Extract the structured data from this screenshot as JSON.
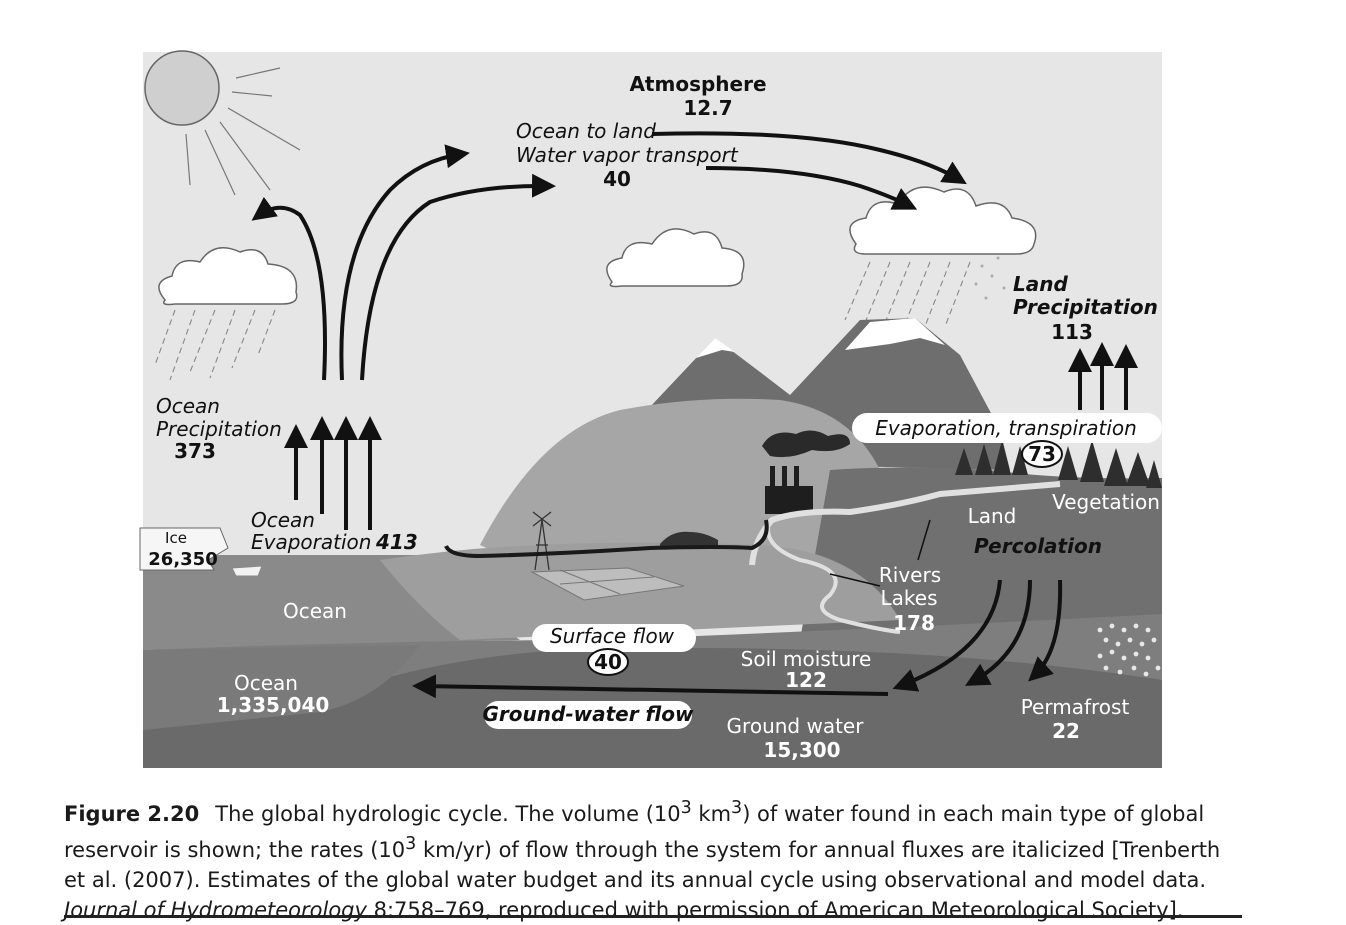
{
  "labels": {
    "atmosphere_title": "Atmosphere",
    "atmosphere_value": "12.7",
    "ocean_to_land_1": "Ocean to land",
    "ocean_to_land_2": "Water vapor transport",
    "ocean_to_land_value": "40",
    "land_precip_1": "Land",
    "land_precip_2": "Precipitation",
    "land_precip_value": "113",
    "ocean_precip_1": "Ocean",
    "ocean_precip_2": "Precipitation",
    "ocean_precip_value": "373",
    "evap_transp": "Evaporation, transpiration",
    "evap_transp_value": "73",
    "ocean_evap_1": "Ocean",
    "ocean_evap_2": "Evaporation",
    "ocean_evap_value": "413",
    "ice_label": "Ice",
    "ice_value": "26,350",
    "ocean_surface": "Ocean",
    "ocean_volume_label": "Ocean",
    "ocean_volume_value": "1,335,040",
    "vegetation": "Vegetation",
    "land": "Land",
    "percolation": "Percolation",
    "rivers": "Rivers",
    "lakes": "Lakes",
    "rivers_value": "178",
    "surface_flow": "Surface flow",
    "surface_flow_value": "40",
    "soil_moisture": "Soil moisture",
    "soil_moisture_value": "122",
    "groundwater_flow": "Ground-water flow",
    "groundwater": "Ground water",
    "groundwater_value": "15,300",
    "permafrost": "Permafrost",
    "permafrost_value": "22"
  },
  "caption": {
    "figure_number": "Figure 2.20",
    "text_1": "The global hydrologic cycle. The volume (10",
    "sup_1": "3",
    "text_2": " km",
    "sup_2": "3",
    "text_3": ") of water found in each main type of global reservoir is shown; the rates (10",
    "sup_3": "3",
    "text_4": " km/yr) of flow through the system for annual fluxes are italicized [Trenberth et al. (2007). Estimates of the global water budget and its annual cycle using observational and model data. ",
    "journal": "Journal of Hydrometeorology",
    "text_5": " 8:758–769, reproduced with permission of American Meteorological Society]."
  }
}
